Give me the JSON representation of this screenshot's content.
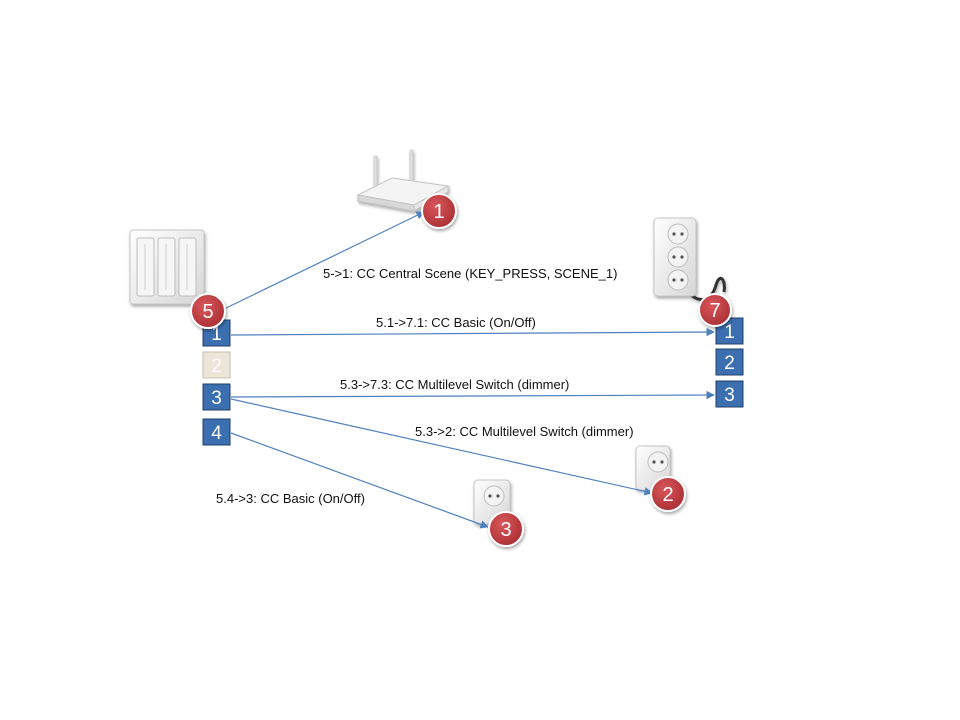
{
  "nodes": {
    "switch": "5",
    "router": "1",
    "power_strip": "7",
    "socket_a": "2",
    "socket_b": "3"
  },
  "switch_endpoints": [
    "1",
    "2",
    "3",
    "4"
  ],
  "strip_endpoints": [
    "1",
    "2",
    "3"
  ],
  "associations": [
    "5->1: CC Central Scene (KEY_PRESS, SCENE_1)",
    "5.1->7.1: CC Basic (On/Off)",
    "5.3->7.3: CC Multilevel Switch (dimmer)",
    "5.3->2: CC Multilevel Switch (dimmer)",
    "5.4->3: CC Basic (On/Off)"
  ],
  "colors": {
    "node_badge": "#c0393d",
    "endpoint_box": "#3c6fb0",
    "endpoint_inactive": "#ebe6d8",
    "arrow": "#4f81bd"
  }
}
